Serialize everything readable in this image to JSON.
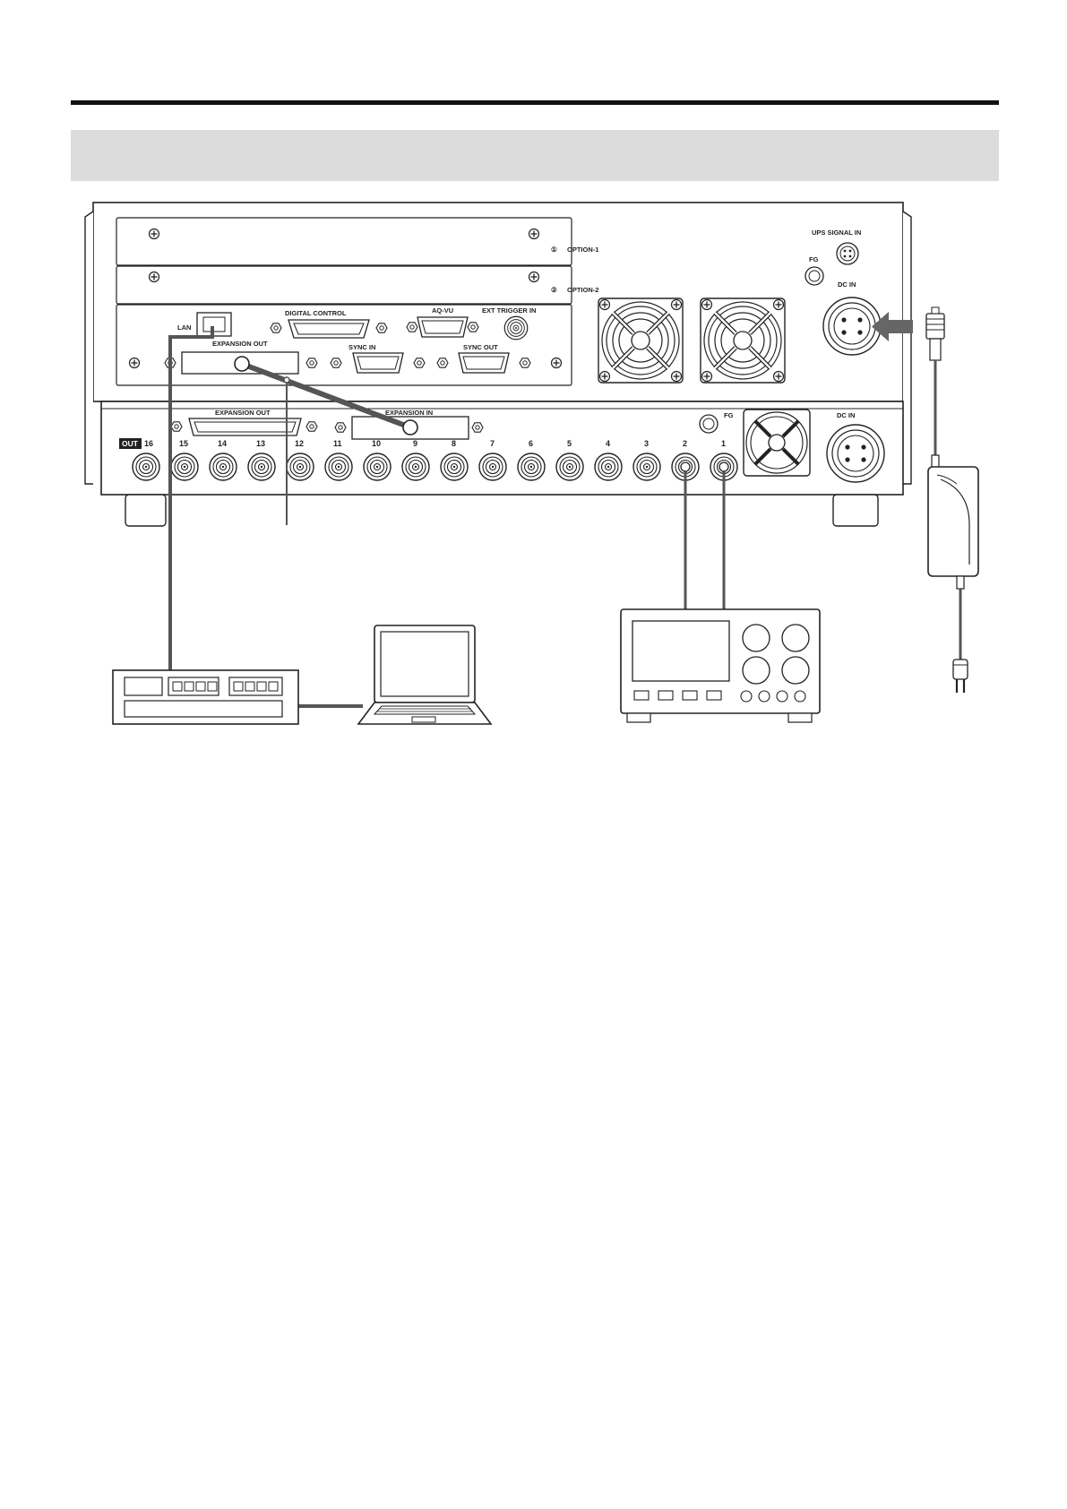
{
  "upper_unit": {
    "option_1_marker": "①",
    "option_1_label": "OPTION-1",
    "option_2_marker": "②",
    "option_2_label": "OPTION-2",
    "ups_signal_in": "UPS SIGNAL IN",
    "fg": "FG",
    "dc_in": "DC IN",
    "lan": "LAN",
    "digital_control": "DIGITAL CONTROL",
    "aq_vu": "AQ-VU",
    "ext_trigger_in": "EXT TRIGGER IN",
    "expansion_out": "EXPANSION OUT",
    "sync_in": "SYNC IN",
    "sync_out": "SYNC OUT"
  },
  "lower_unit": {
    "expansion_out": "EXPANSION OUT",
    "expansion_in": "EXPANSION IN",
    "fg": "FG",
    "dc_in": "DC IN",
    "out_badge": "OUT",
    "channels": [
      "16",
      "15",
      "14",
      "13",
      "12",
      "11",
      "10",
      "9",
      "8",
      "7",
      "6",
      "5",
      "4",
      "3",
      "2",
      "1"
    ]
  },
  "icons": {
    "screw": "screw-icon",
    "fan": "fan-icon",
    "bnc": "bnc-connector-icon",
    "arrow": "insert-arrow-icon",
    "switch": "network-switch-icon",
    "laptop": "laptop-icon",
    "instrument": "measuring-instrument-icon",
    "adapter": "ac-adapter-icon",
    "plug": "power-plug-icon"
  }
}
